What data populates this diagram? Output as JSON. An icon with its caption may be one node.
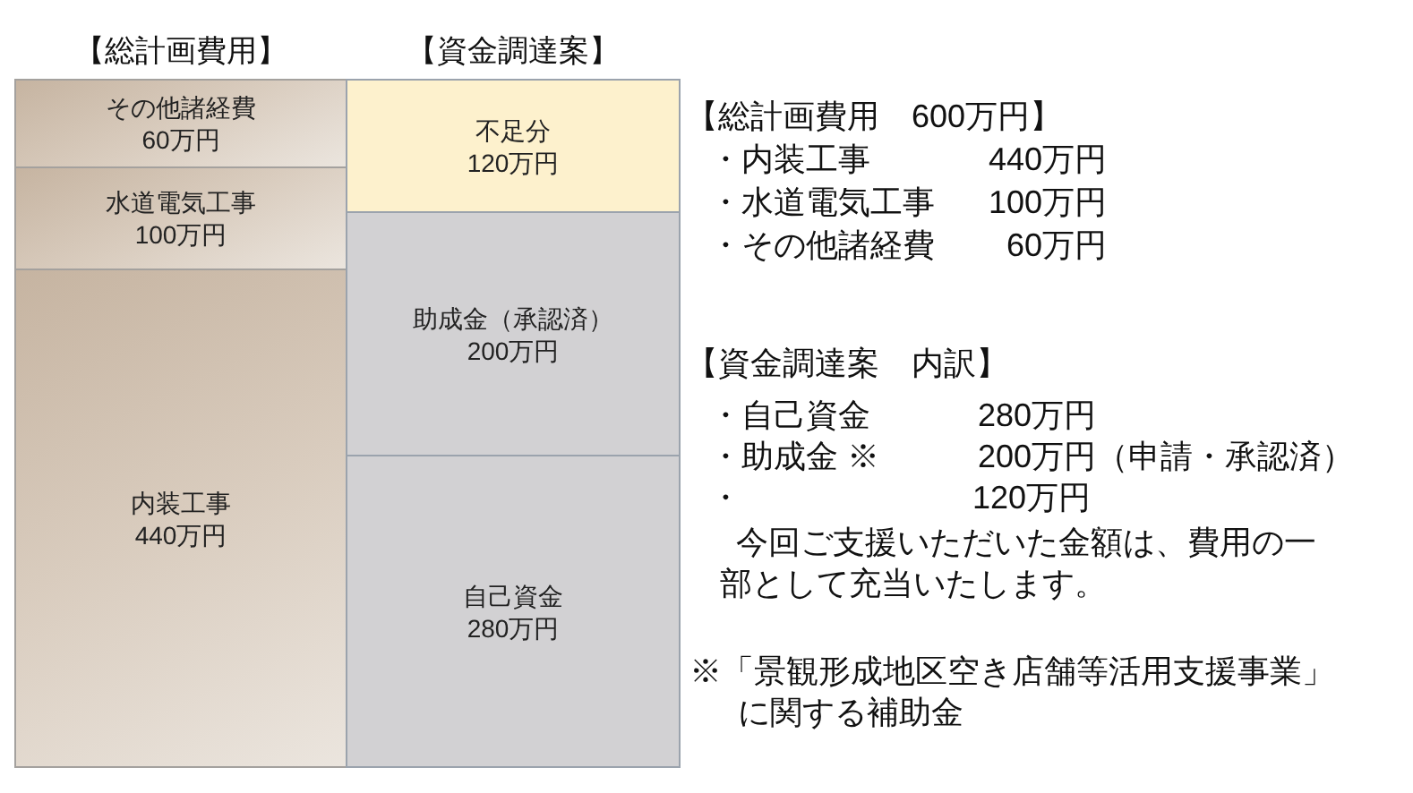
{
  "diagram": {
    "nodes": [
      {
        "text": [
          "その他諸経費",
          "60万円"
        ]
      },
      {
        "text": [
          "水道電気工事",
          "100万円"
        ]
      },
      {
        "text": [
          "内装工事",
          "440万円"
        ]
      },
      {
        "text": [
          "不足分",
          "120万円"
        ]
      },
      {
        "text": [
          "助成金（承認済）",
          "200万円"
        ]
      },
      {
        "text": [
          "自己資金",
          "280万円"
        ]
      }
    ],
    "labels": [
      "【総計画費用】",
      "【資金調達案】",
      "【総計画費用　600万円】",
      "・内装工事",
      "440万円",
      "・水道電気工事",
      "100万円",
      "・その他諸経費",
      "60万円",
      "【資金調達案　内訳】",
      "・自己資金",
      "280万円",
      "・助成金 ※",
      "200万円（申請・承認済）",
      "・",
      "120万円",
      "今回ご支援いただいた金額は、費用の一部として充当いたします。",
      "※「景観形成地区空き店舗等活用支援事業」に関する補助金"
    ]
  }
}
